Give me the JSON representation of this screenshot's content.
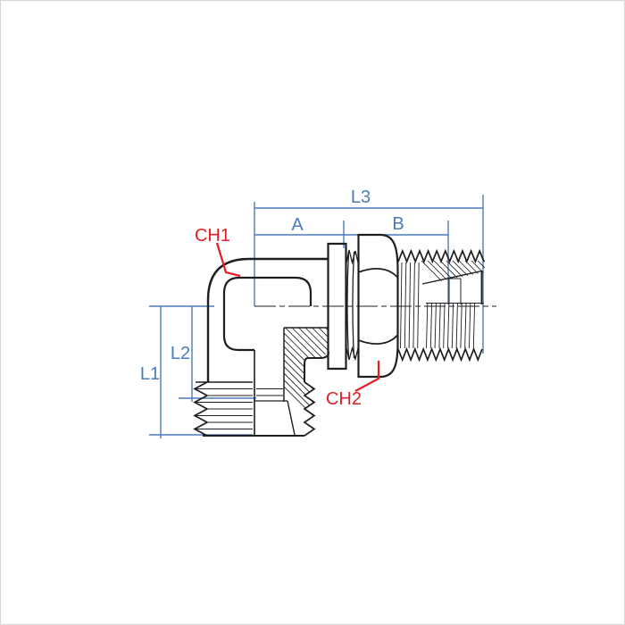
{
  "colors": {
    "dimension_blue": "#4a7cbc",
    "callout_red": "#df2026",
    "line_black": "#1f1f1f",
    "background": "#ffffff",
    "frame_gray": "#d6d6d6"
  },
  "dimensions": {
    "l3": {
      "label": "L3"
    },
    "a": {
      "label": "A"
    },
    "b": {
      "label": "B"
    },
    "l1": {
      "label": "L1"
    },
    "l2": {
      "label": "L2"
    }
  },
  "callouts": {
    "ch1": {
      "label": "CH1"
    },
    "ch2": {
      "label": "CH2"
    }
  }
}
